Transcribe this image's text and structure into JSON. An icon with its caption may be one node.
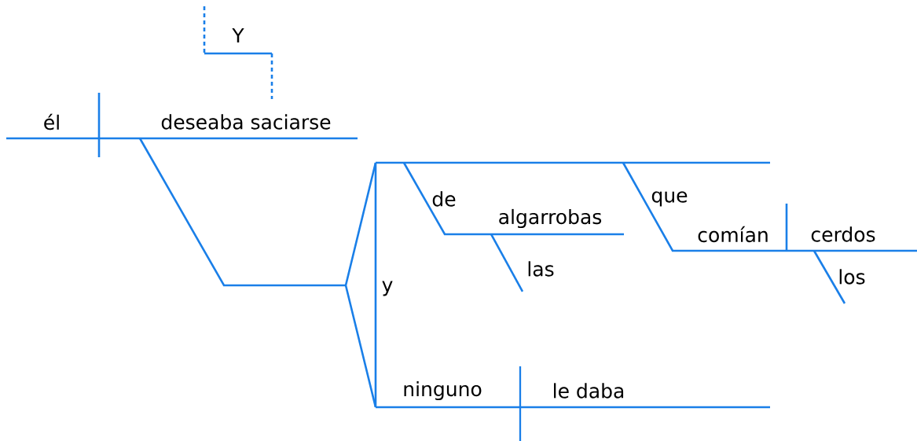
{
  "diagram": {
    "labels": [
      "Y",
      "él",
      "deseaba saciarse",
      "de",
      "que",
      "algarrobas",
      "comían",
      "cerdos",
      "las",
      "los",
      "y",
      "ninguno",
      "le daba"
    ]
  }
}
